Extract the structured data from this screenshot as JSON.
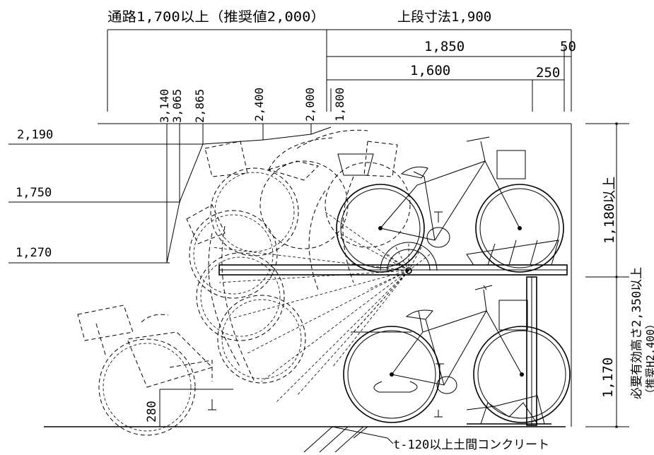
{
  "dimensions": {
    "aisle": "通路1,700以上（推奨値2,000）",
    "upper_stage": "上段寸法1,900",
    "d1850": "1,850",
    "d50": "50",
    "d1600": "1,600",
    "d250": "250",
    "v3140": "3,140",
    "v3065": "3,065",
    "v2865": "2,865",
    "v2400": "2,400",
    "v2000": "2,000",
    "v1800": "1,800",
    "h2190": "2,190",
    "h1750": "1,750",
    "h1270": "1,270",
    "h1180": "1,180以上",
    "h1170": "1,170",
    "h280": "280",
    "required_height": "必要有効高さ2,350以上",
    "required_height_rec": "（推奨H2,400）",
    "slab": "t-120以上土間コンクリート"
  }
}
